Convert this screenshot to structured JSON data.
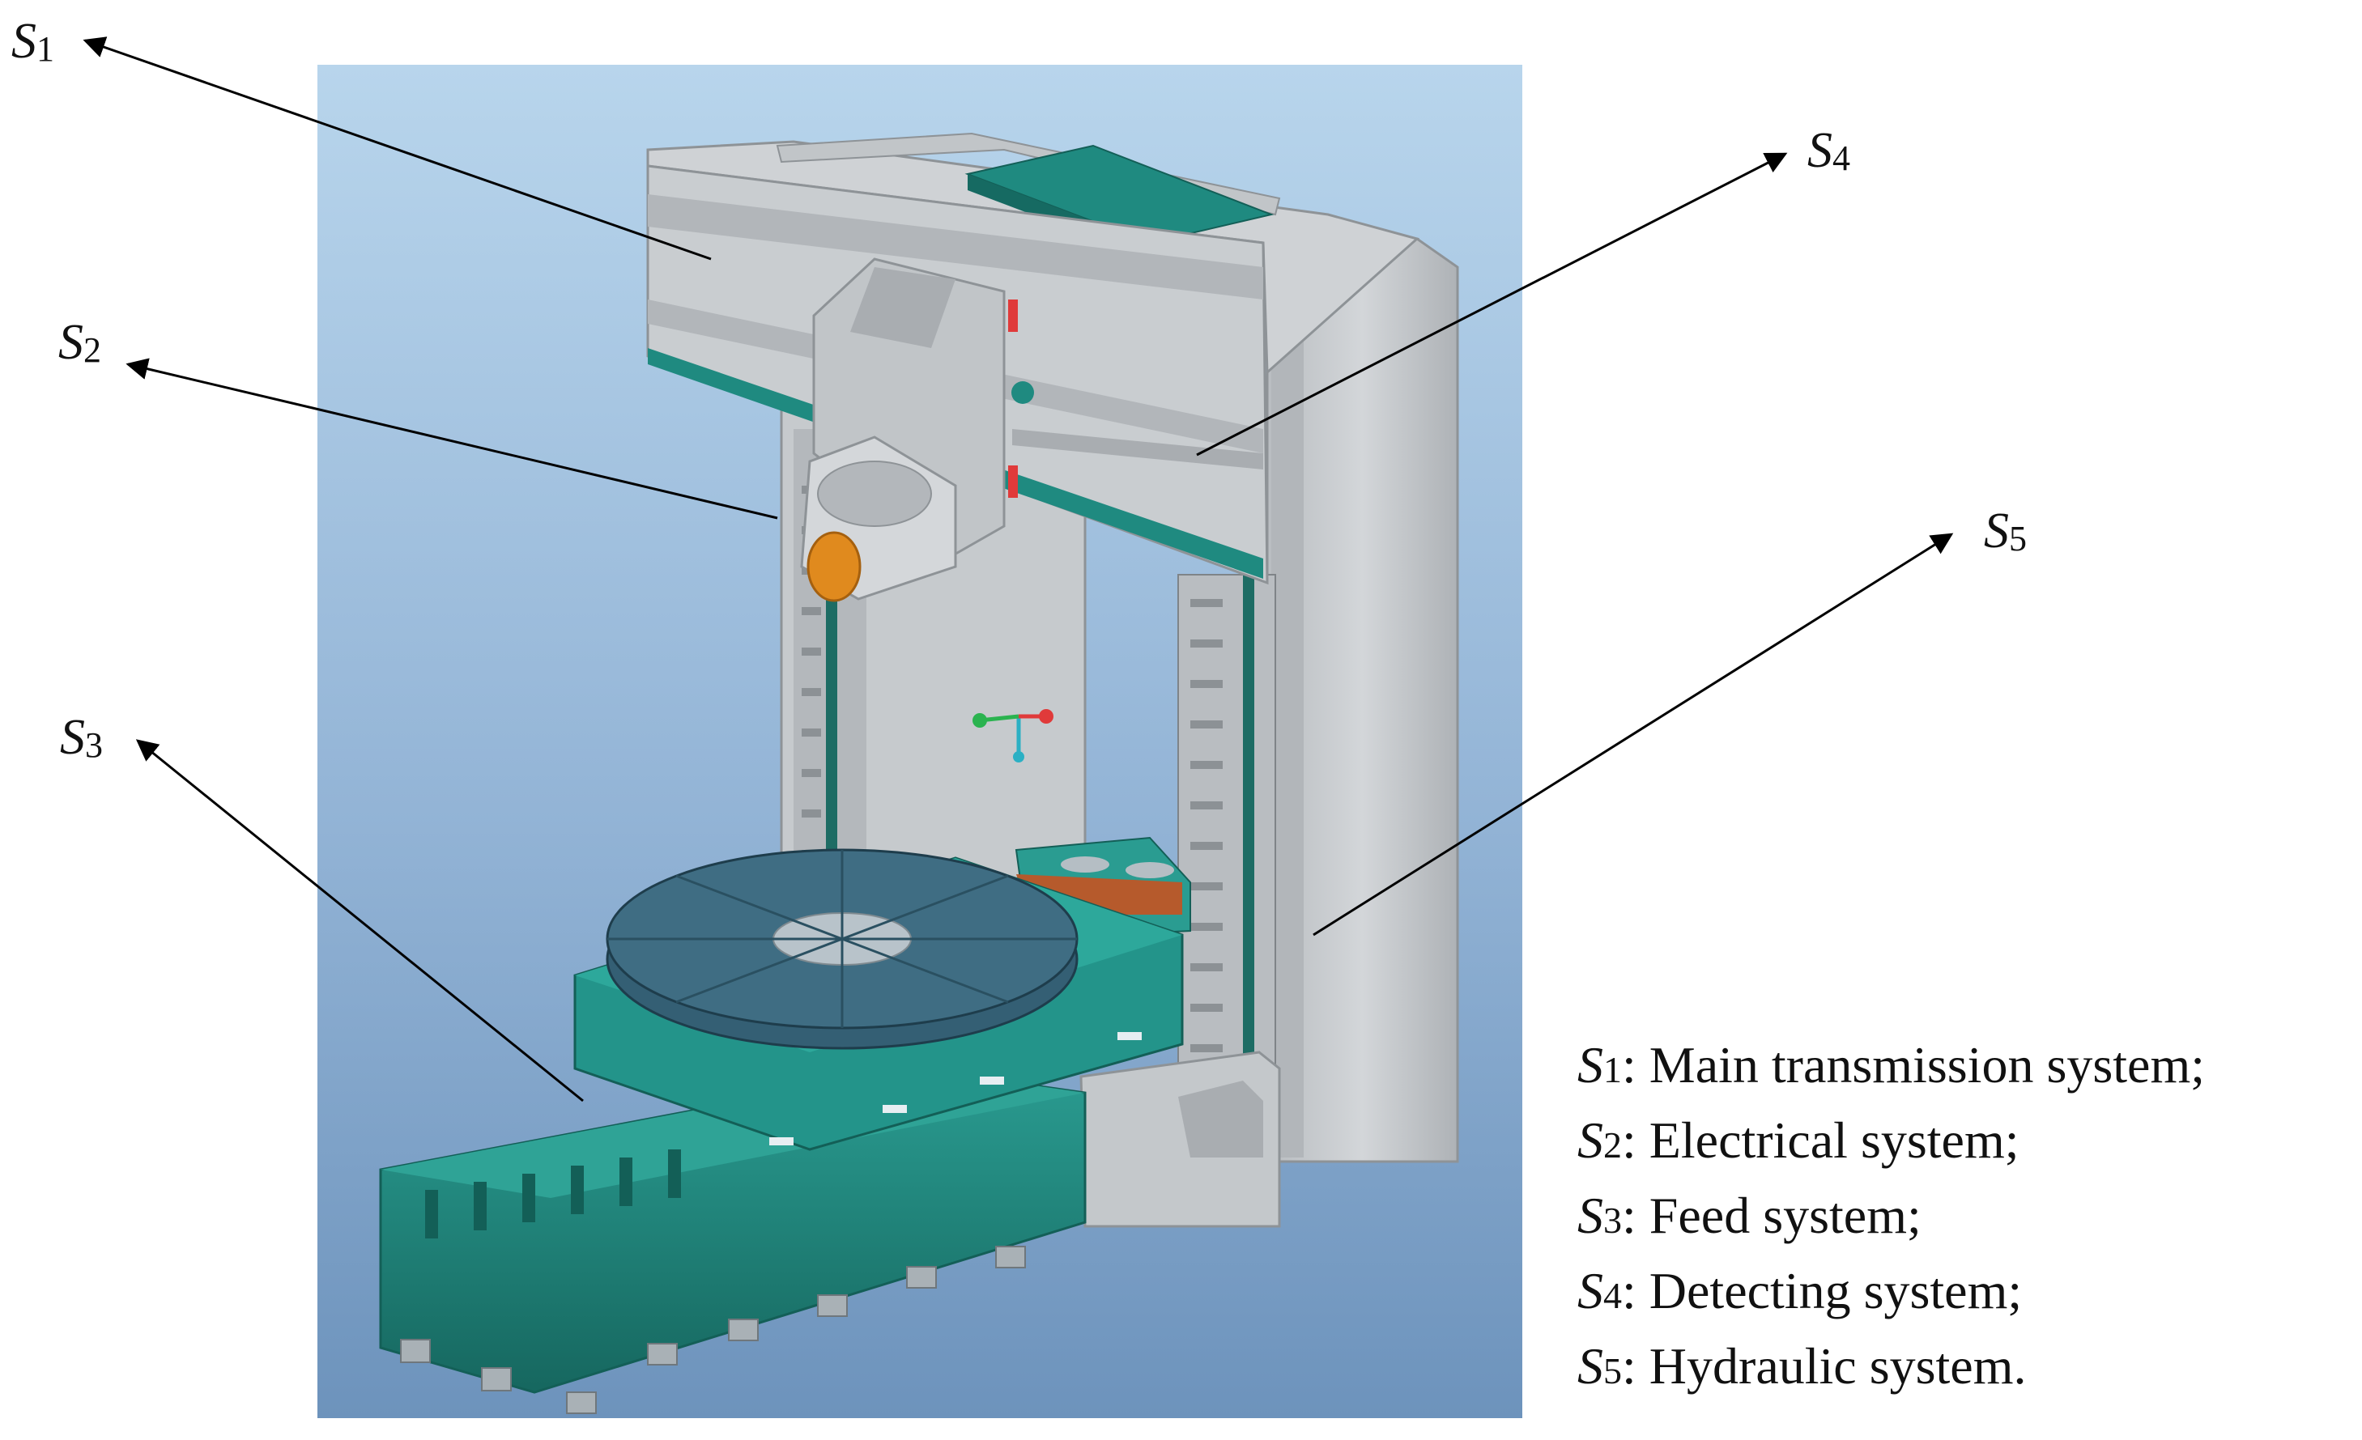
{
  "callouts": [
    {
      "id": "s1",
      "symbol": "S",
      "subscript": "1"
    },
    {
      "id": "s2",
      "symbol": "S",
      "subscript": "2"
    },
    {
      "id": "s3",
      "symbol": "S",
      "subscript": "3"
    },
    {
      "id": "s4",
      "symbol": "S",
      "subscript": "4"
    },
    {
      "id": "s5",
      "symbol": "S",
      "subscript": "5"
    }
  ],
  "legend": [
    {
      "symbol": "S",
      "subscript": "1",
      "text": ": Main transmission system;"
    },
    {
      "symbol": "S",
      "subscript": "2",
      "text": ": Electrical system;"
    },
    {
      "symbol": "S",
      "subscript": "3",
      "text": ": Feed system;"
    },
    {
      "symbol": "S",
      "subscript": "4",
      "text": ": Detecting system;"
    },
    {
      "symbol": "S",
      "subscript": "5",
      "text": ": Hydraulic system."
    }
  ],
  "colors": {
    "background_top": "#b6d3ea",
    "background_bottom": "#6e94bd",
    "machine_gray": "#c9cdd0",
    "machine_gray_dark": "#9fa4a8",
    "machine_teal": "#1f8a80",
    "machine_teal_dark": "#146058",
    "table_blue": "#3d6a7f",
    "accent_orange": "#e08a1e",
    "accent_red": "#e03a3a",
    "arrow": "#000000"
  }
}
